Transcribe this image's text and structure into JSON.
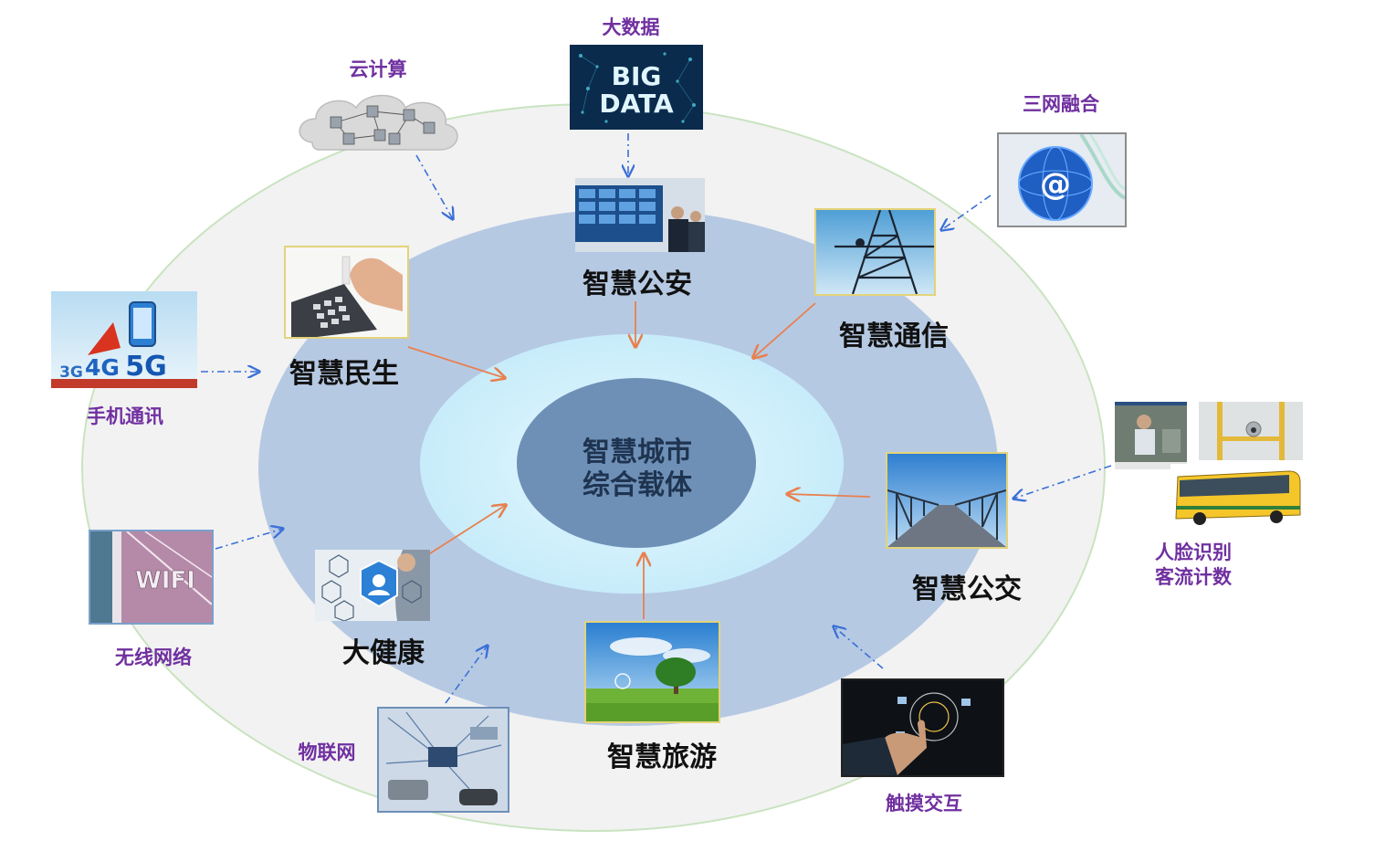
{
  "center": {
    "line1": "智慧城市",
    "line2": "综合载体"
  },
  "applications": {
    "public_security": "智慧公安",
    "livelihood": "智慧民生",
    "communication": "智慧通信",
    "bus": "智慧公交",
    "tourism": "智慧旅游",
    "health": "大健康"
  },
  "technologies": {
    "big_data": "大数据",
    "cloud": "云计算",
    "triple_play": "三网融合",
    "mobile": "手机通讯",
    "face": {
      "line1": "人脸识别",
      "line2": "客流计数"
    },
    "wifi": "无线网络",
    "iot": "物联网",
    "touch": "触摸交互"
  },
  "image_text": {
    "big": "BIG",
    "data": "DATA",
    "wifi": "WIFI",
    "g3": "3G",
    "g4": "4G",
    "g5": "5G",
    "at": "@"
  },
  "colors": {
    "outer_ring": "#f2f2f2",
    "outer_ring_stroke": "#c9e3c0",
    "middle_ring": "#b6c9e3",
    "inner_ring": "#cfeefb",
    "core": "#6e90b7",
    "arrow_orange": "#e8804f",
    "arrow_blue": "#3a6fd8",
    "tech_label": "#7030a0"
  }
}
